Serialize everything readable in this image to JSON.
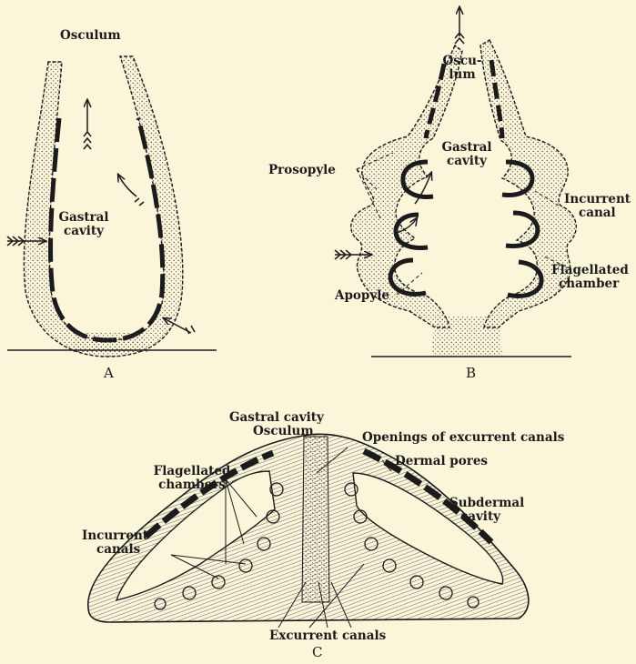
{
  "panels": {
    "a": {
      "letter": "A",
      "labels": {
        "osculum": "Osculum",
        "gastral_1": "Gastral",
        "gastral_2": "cavity"
      }
    },
    "b": {
      "letter": "B",
      "labels": {
        "osculum_1": "Oscu-",
        "osculum_2": "lum",
        "gastral_1": "Gastral",
        "gastral_2": "cavity",
        "prosopyle": "Prosopyle",
        "incurrent_1": "Incurrent",
        "incurrent_2": "canal",
        "flagellated_1": "Flagellated",
        "flagellated_2": "chamber",
        "apopyle": "Apopyle"
      }
    },
    "c": {
      "letter": "C",
      "labels": {
        "gastral": "Gastral cavity",
        "osculum": "Osculum",
        "openings": "Openings of excurrent canals",
        "dermal": "Dermal pores",
        "flagellated_1": "Flagellated",
        "flagellated_2": "chambers",
        "subdermal_1": "Subdermal",
        "subdermal_2": "cavity",
        "incurrent_1": "Incurrent",
        "incurrent_2": "canals",
        "excurrent": "Excurrent canals"
      }
    }
  },
  "colors": {
    "paper": "#fbf5da",
    "ink": "#1b1b1b"
  }
}
